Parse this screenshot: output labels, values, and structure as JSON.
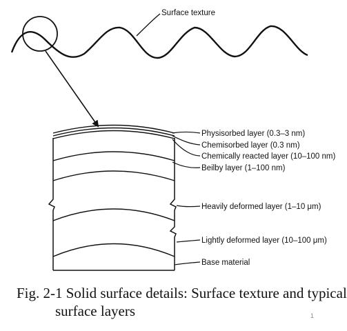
{
  "diagram": {
    "texture_label": "Surface texture",
    "layers": [
      {
        "id": "physisorbed",
        "label": "Physisorbed layer (0.3–3 nm)"
      },
      {
        "id": "chemisorbed",
        "label": "Chemisorbed layer (0.3 nm)"
      },
      {
        "id": "chemically-reacted",
        "label": "Chemically reacted layer (10–100 nm)"
      },
      {
        "id": "beilby",
        "label": "Beilby layer (1–100 nm)"
      },
      {
        "id": "heavily-deformed",
        "label": "Heavily deformed layer (1–10 μm)"
      },
      {
        "id": "lightly-deformed",
        "label": "Lightly deformed layer (10–100 μm)"
      },
      {
        "id": "base-material",
        "label": "Base material"
      }
    ]
  },
  "caption": {
    "line1": "Fig. 2-1 Solid surface details: Surface texture and typical",
    "line2": "surface layers"
  },
  "page_number": "1"
}
